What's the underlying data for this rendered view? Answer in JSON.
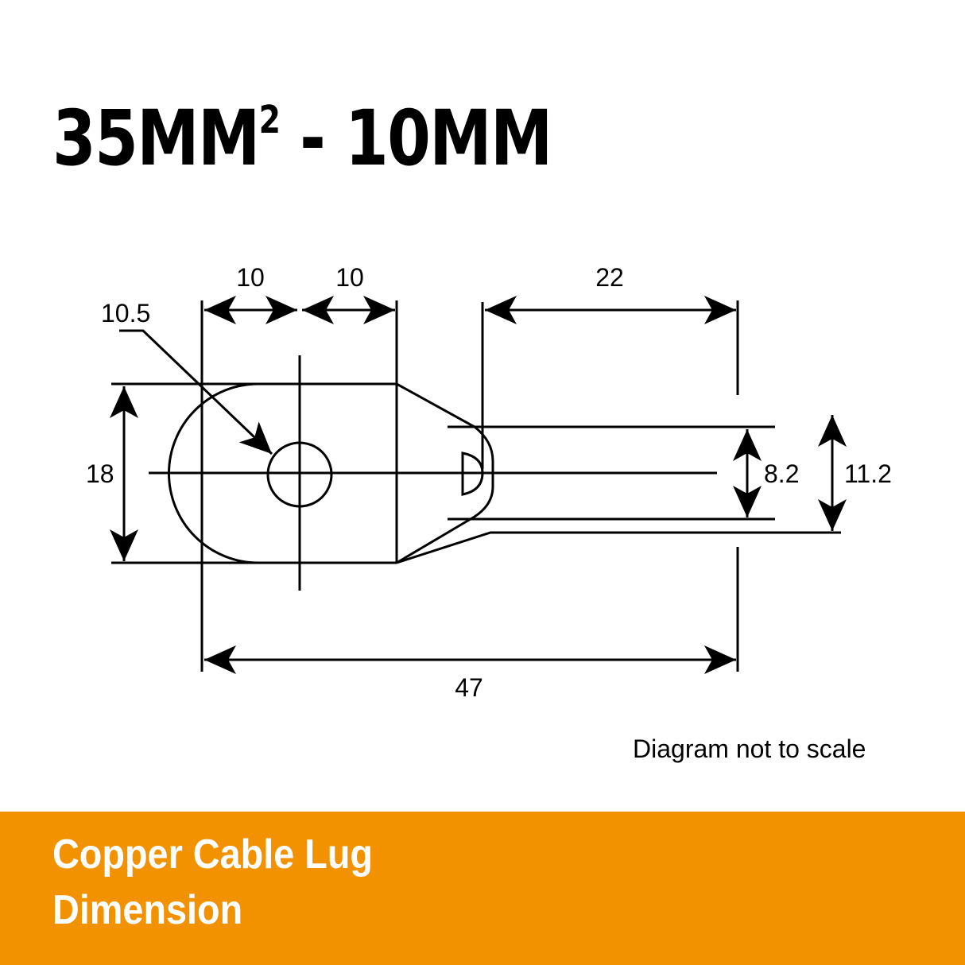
{
  "header": {
    "title_main": "35MM",
    "title_sup": "2",
    "title_rest": " - 10MM"
  },
  "diagram": {
    "subject": "copper cable lug",
    "dimensions": {
      "hole_to_center": "10",
      "center_to_barrel": "10",
      "hole_diameter": "10.5",
      "barrel_length": "22",
      "palm_width": "18",
      "inner_diameter": "8.2",
      "outer_diameter": "11.2",
      "overall_length": "47"
    },
    "units": "mm"
  },
  "note": "Diagram not to scale",
  "footer": {
    "line1": "Copper Cable Lug",
    "line2": "Dimension",
    "background_color": "#f39200",
    "text_color": "#ffffff"
  }
}
